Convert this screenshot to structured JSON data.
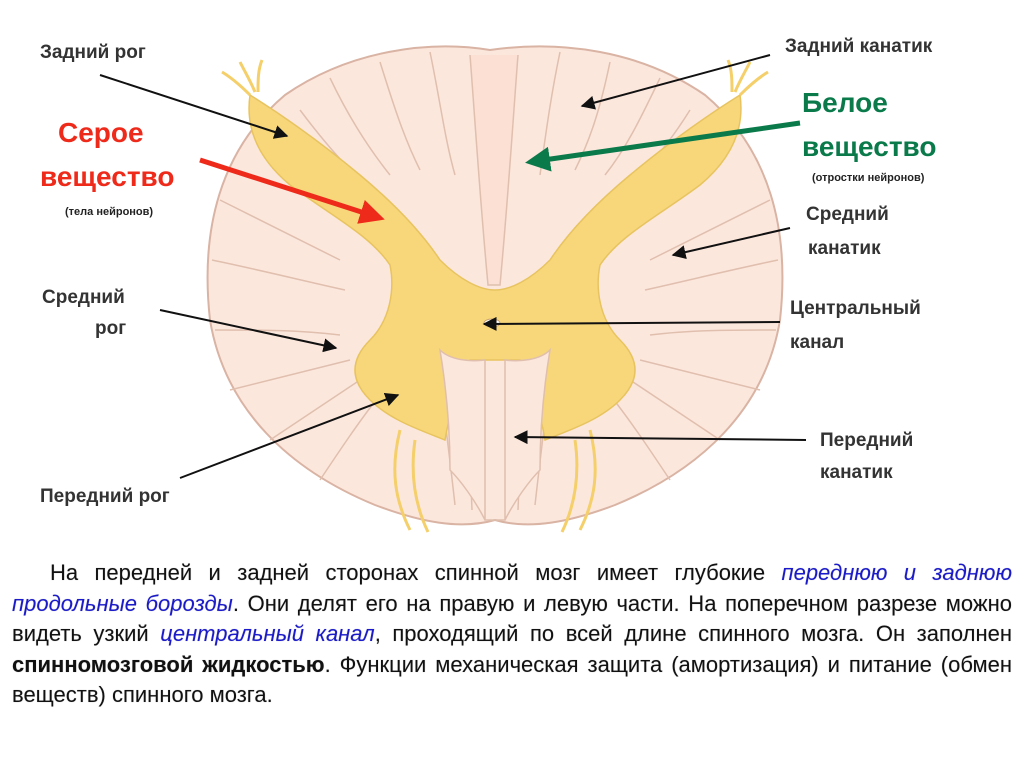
{
  "labels": {
    "posterior_horn": "Задний рог",
    "grey_matter": "Серое вещество",
    "grey_matter_line1": "Серое",
    "grey_matter_line2": "вещество",
    "grey_matter_note": "(тела нейронов)",
    "middle_horn_line1": "Средний",
    "middle_horn_line2": "рог",
    "anterior_horn": "Передний рог",
    "posterior_funiculus": "Задний канатик",
    "white_matter_line1": "Белое",
    "white_matter_line2": "вещество",
    "white_matter_note": "(отростки нейронов)",
    "lateral_funiculus_line1": "Средний",
    "lateral_funiculus_line2": "канатик",
    "central_canal_line1": "Центральный",
    "central_canal_line2": "канал",
    "anterior_funiculus_line1": "Передний",
    "anterior_funiculus_line2": "канатик"
  },
  "colors": {
    "grey_matter": "#f7d77a",
    "white_matter": "#fce7dd",
    "outline": "#d9b3a3",
    "red_arrow": "#ee2a1b",
    "green_arrow": "#0b7a4b",
    "label_text": "#333333",
    "highlight_text": "#1a1acc"
  },
  "paragraph": {
    "p1": "На передней и задней сторонах спинной мозг имеет глубокие ",
    "p2": "переднюю и заднюю продольные борозды",
    "p3": ". Они делят его на правую и левую части. На поперечном разрезе можно видеть узкий ",
    "p4": "центральный канал",
    "p5": ", проходящий по всей длине спинного мозга. Он заполнен ",
    "p6": "спинномозговой жидкостью",
    "p7": ". Функции механическая защита (амортизация) и питание (обмен веществ) спинного мозга."
  }
}
